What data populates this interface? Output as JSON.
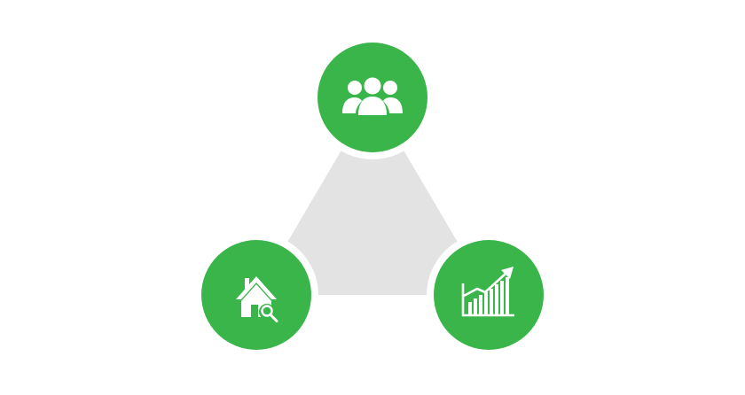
{
  "colors": {
    "background": "#ffffff",
    "triangle": "#e3e3e3",
    "node_fill": "#39b54a",
    "node_ring": "#ffffff",
    "icon": "#ffffff"
  },
  "nodes": [
    {
      "id": "team",
      "icon": "users-group-icon"
    },
    {
      "id": "property",
      "icon": "house-search-icon"
    },
    {
      "id": "growth",
      "icon": "growth-chart-icon"
    }
  ]
}
